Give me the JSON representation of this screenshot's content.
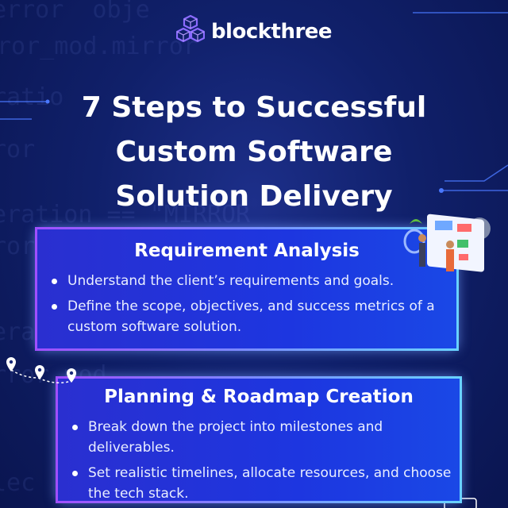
{
  "brand": {
    "name": "blockthree",
    "accent": "#8b6bff"
  },
  "title": {
    "line1": "7 Steps to Successful",
    "line2": "Custom Software",
    "line3": "Solution Delivery"
  },
  "steps": [
    {
      "title": "Requirement Analysis",
      "bullets": [
        "Understand the client’s requirements and goals.",
        "Define the scope, objectives, and success metrics of a custom software solution."
      ]
    },
    {
      "title": "Planning & Roadmap Creation",
      "bullets": [
        "Break down the project into milestones and deliverables.",
        "Set realistic timelines, allocate resources, and choose the tech stack."
      ]
    }
  ],
  "background_code": [
    "error  obje",
    "ror_mod.mirror",
    "ratio",
    "ror",
    "eration == \"MIRROR_",
    "ror",
    "eratio",
    "rror mod",
    "lec"
  ],
  "icons": [
    "cube-cluster-logo-icon",
    "team-whiteboard-illustration-icon",
    "location-pins-route-icon"
  ]
}
